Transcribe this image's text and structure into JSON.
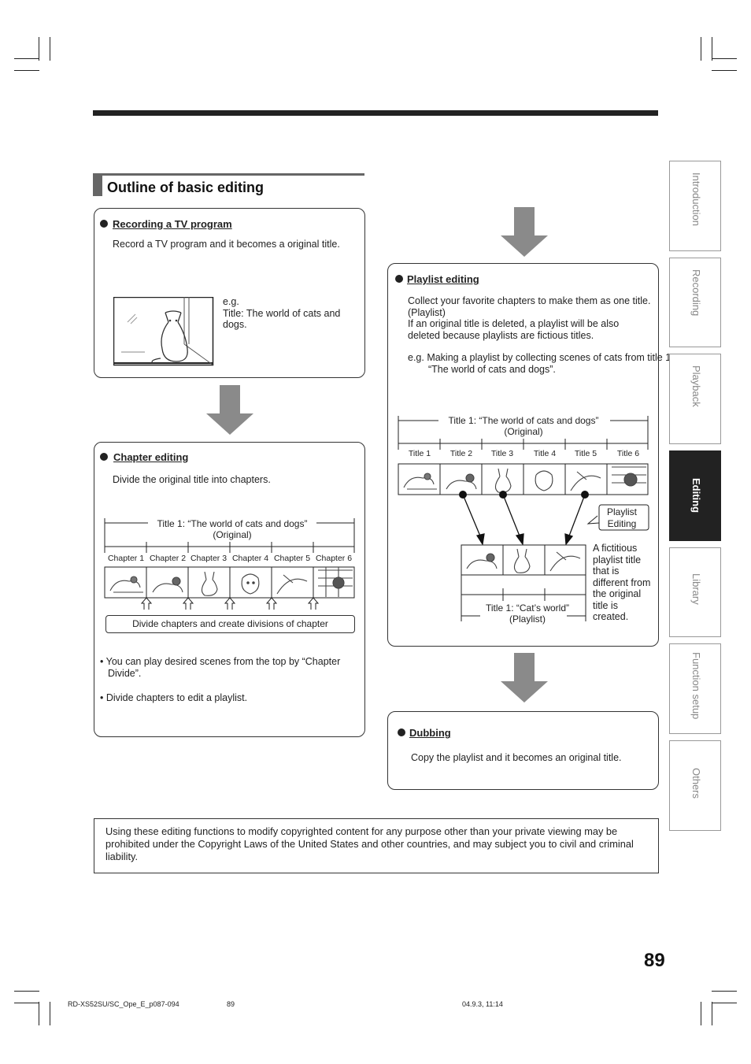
{
  "page": {
    "section_title": "Outline of basic editing",
    "page_number": "89"
  },
  "recording": {
    "heading": "Recording a TV program",
    "text": "Record a TV program and it becomes a original title.",
    "example": "e.g.\nTitle: The world of cats and dogs."
  },
  "chapter": {
    "heading": "Chapter editing",
    "text": "Divide the original title into chapters.",
    "title_label": "Title 1: “The world of cats and dogs”",
    "original_label": "(Original)",
    "chapters": [
      "Chapter 1",
      "Chapter 2",
      "Chapter 3",
      "Chapter 4",
      "Chapter 5",
      "Chapter 6"
    ],
    "divide_label": "Divide chapters and create divisions of chapter",
    "note1": "• You can play desired scenes from the top by “Chapter Divide”.",
    "note2": "• Divide chapters to edit a playlist."
  },
  "playlist": {
    "heading": "Playlist editing",
    "text": "Collect your favorite chapters to make them as one title. (Playlist)\nIf an original title is deleted, a playlist will be also deleted because playlists are fictious titles.",
    "example": "e.g. Making a playlist by collecting scenes of cats from title 1 “The world of cats and dogs”.",
    "title_label": "Title 1: “The world of cats and dogs”",
    "original_label": "(Original)",
    "titles": [
      "Title 1",
      "Title 2",
      "Title 3",
      "Title 4",
      "Title 5",
      "Title 6"
    ],
    "callout": "Playlist\nEditing",
    "fictitious": "A fictitious playlist title that is different from the original title is created.",
    "playlist_title": "Title 1: “Cat’s world”",
    "playlist_sub": "(Playlist)"
  },
  "dubbing": {
    "heading": "Dubbing",
    "text": "Copy the playlist and it becomes an original title."
  },
  "notice": "Using these editing functions to modify copyrighted content for any purpose other than your private viewing may be prohibited under the Copyright Laws of the United States and other countries, and may subject you to civil and criminal liability.",
  "tabs": [
    "Introduction",
    "Recording",
    "Playback",
    "Editing",
    "Library",
    "Function setup",
    "Others"
  ],
  "active_tab": "Editing",
  "footer": {
    "file": "RD-XS52SU/SC_Ope_E_p087-094",
    "page": "89",
    "stamp": "04.9.3, 11:14"
  }
}
